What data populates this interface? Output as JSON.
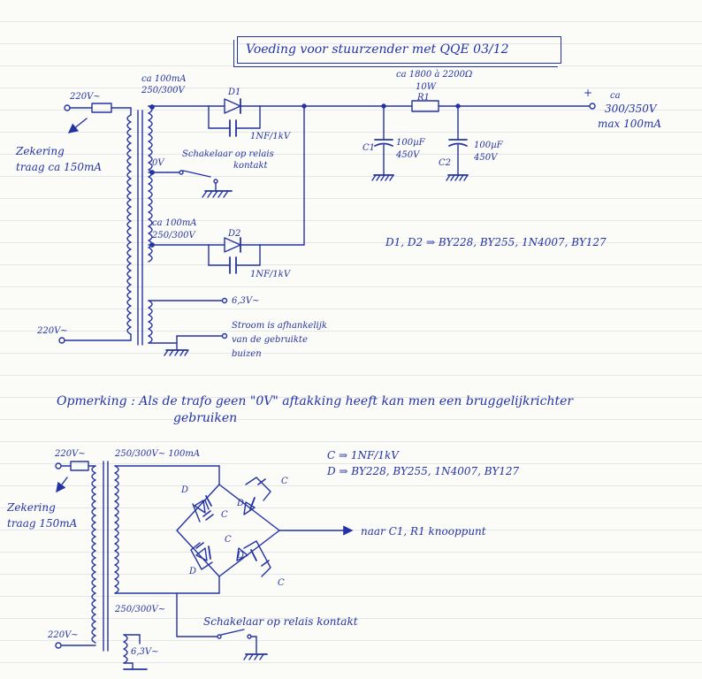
{
  "title": "Voeding voor stuurzender met QQE 03/12",
  "colors": {
    "ink": "#2433a3",
    "paper": "#fbfbf7",
    "rule": "#e4e6ea"
  },
  "top_circuit": {
    "mains_in_top": "220V~",
    "mains_in_bottom": "220V~",
    "fuse_label_1": "Zekering",
    "fuse_label_2": "traag ca 150mA",
    "hv_winding_top_1": "ca 100mA",
    "hv_winding_top_2": "250/300V",
    "d1": "D1",
    "cap_d1": "1NF/1kV",
    "center_tap": "0V",
    "switch_label_1": "Schakelaar op relais",
    "switch_label_2": "kontakt",
    "hv_winding_bottom_1": "ca 100mA",
    "hv_winding_bottom_2": "250/300V",
    "d2": "D2",
    "cap_d2": "1NF/1kV",
    "heater_voltage": "6,3V~",
    "heater_note_1": "Stroom is afhankelijk",
    "heater_note_2": "van de gebruikte",
    "heater_note_3": "buizen",
    "resistor_value": "ca 1800 à 2200Ω",
    "resistor_power": "10W",
    "resistor_name": "R1",
    "c1": "C1",
    "c1_value_1": "100µF",
    "c1_value_2": "450V",
    "c2": "C2",
    "c2_value_1": "100µF",
    "c2_value_2": "450V",
    "plus_sign": "+",
    "output_1": "ca",
    "output_2": "300/350V",
    "output_3": "max 100mA",
    "diode_types": "D1, D2 ⇒ BY228, BY255, 1N4007, BY127"
  },
  "remark": {
    "line_1": "Opmerking : Als de trafo geen \"0V\" aftakking heeft kan men een bruggelijkrichter",
    "line_2": "gebruiken"
  },
  "bottom_circuit": {
    "mains_in_top": "220V~",
    "mains_in_bottom": "220V~",
    "fuse_label_1": "Zekering",
    "fuse_label_2": "traag 150mA",
    "hv_winding": "250/300V~ 100mA",
    "hv_winding_bottom": "250/300V~",
    "heater_voltage": "6,3V~",
    "cap_spec": "C ⇒ 1NF/1kV",
    "diode_spec": "D ⇒ BY228, BY255, 1N4007, BY127",
    "bridge_d": "D",
    "bridge_c": "C",
    "output": "naar C1, R1 knooppunt",
    "switch_label": "Schakelaar op relais kontakt"
  }
}
